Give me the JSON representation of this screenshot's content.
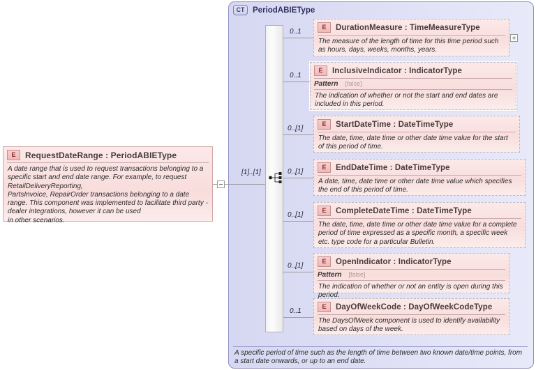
{
  "diagram": {
    "kind": "xsd-schema-diagram",
    "root": {
      "badge": "E",
      "title": "RequestDateRange : PeriodABIEType",
      "description": "A date range that is used to request transactions belonging to a specific start and end date range. For example, to request RetailDeliveryReporting,\nPartsInvoice, RepairOrder transactions belonging to a date range. This component was implemented to facilitate third party - dealer integrations, however it can be used\nin other scenarios.",
      "expander": "minus-expander",
      "cardinality": "[1]..[1]"
    },
    "container": {
      "badge": "CT",
      "title": "PeriodABIEType",
      "compositor": "sequence-icon",
      "footer": "A specific period of time such as the length of time between two known date/time points, from a start date onwards, or up to an end date."
    },
    "children": [
      {
        "badge": "E",
        "title": "DurationMeasure : TimeMeasureType",
        "cardinality": "0..1",
        "facet": null,
        "facet_value": null,
        "description": "The measure of the length of time for this time period such as hours, days, weeks, months, years.",
        "expander": "plus-expander"
      },
      {
        "badge": "E",
        "title": "InclusiveIndicator : IndicatorType",
        "cardinality": "0..1",
        "facet": "Pattern",
        "facet_value": "[false]",
        "description": "The indication of whether or not the start and end dates are included in this period.",
        "expander": null
      },
      {
        "badge": "E",
        "title": "StartDateTime : DateTimeType",
        "cardinality": "0..[1]",
        "facet": null,
        "facet_value": null,
        "description": "The date, time, date time or other date time value for the start of this period of time.",
        "expander": null
      },
      {
        "badge": "E",
        "title": "EndDateTime : DateTimeType",
        "cardinality": "0..[1]",
        "facet": null,
        "facet_value": null,
        "description": "A date, time, date time or other date time value which specifies the end of this period of time.",
        "expander": null
      },
      {
        "badge": "E",
        "title": "CompleteDateTime : DateTimeType",
        "cardinality": "0..[1]",
        "facet": null,
        "facet_value": null,
        "description": "The date, time, date time or other date time value for a complete period of time expressed as a specific month, a specific week etc. type code for a particular Bulletin.",
        "expander": null
      },
      {
        "badge": "E",
        "title": "OpenIndicator : IndicatorType",
        "cardinality": "0..[1]",
        "facet": "Pattern",
        "facet_value": "[false]",
        "description": "The indication of whether or not an entity is open during this period.",
        "expander": null
      },
      {
        "badge": "E",
        "title": "DayOfWeekCode : DayOfWeekCodeType",
        "cardinality": "0..1",
        "facet": null,
        "facet_value": null,
        "description": "The DaysOfWeek component is used to identify availability based on days of the week.",
        "expander": null
      }
    ],
    "colors": {
      "element_fill": "#f8dedd",
      "container_fill": "#dcddf4",
      "container_border": "#8f90c4",
      "badge_text": "#8a2b2b",
      "wire": "#9a9a9a"
    }
  }
}
